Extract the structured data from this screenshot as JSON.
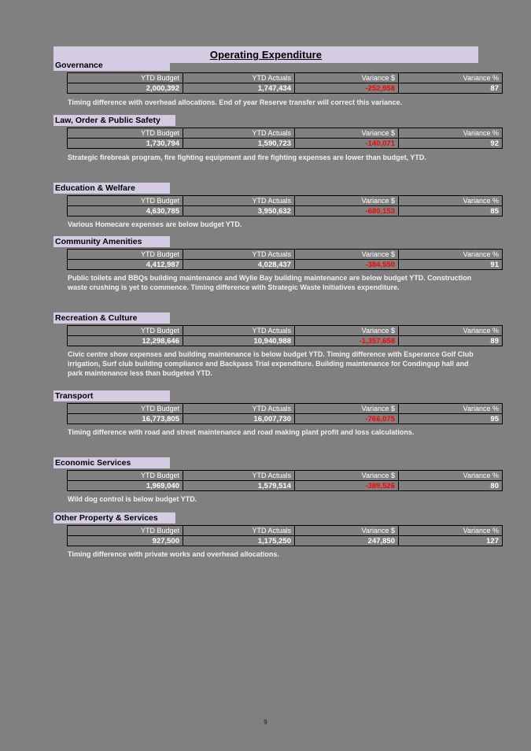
{
  "document": {
    "title": "Operating Expenditure",
    "page_number": "9",
    "background_color": "#808080",
    "header_band_color": "#d5cbe3",
    "negative_value_color": "#ff0000",
    "text_color": "#ffffff"
  },
  "columns": [
    "YTD Budget",
    "YTD Actuals",
    "Variance $",
    "Variance %"
  ],
  "sections": [
    {
      "name": "Governance",
      "ytd_budget": "2,000,392",
      "ytd_actuals": "1,747,434",
      "variance_dollar": "-252,958",
      "variance_pct": "87",
      "variance_negative": true,
      "commentary": "Timing difference with overhead allocations. End of year Reserve transfer will correct this variance."
    },
    {
      "name": "Law, Order & Public Safety",
      "ytd_budget": "1,730,794",
      "ytd_actuals": "1,590,723",
      "variance_dollar": "-140,071",
      "variance_pct": "92",
      "variance_negative": true,
      "commentary": "Strategic firebreak program, fire fighting equipment and fire fighting expenses are lower than budget, YTD."
    },
    {
      "name": "Education & Welfare",
      "ytd_budget": "4,630,785",
      "ytd_actuals": "3,950,632",
      "variance_dollar": "-680,153",
      "variance_pct": "85",
      "variance_negative": true,
      "commentary": "Various Homecare expenses are below budget YTD."
    },
    {
      "name": "Community Amenities",
      "ytd_budget": "4,412,987",
      "ytd_actuals": "4,028,437",
      "variance_dollar": "-384,550",
      "variance_pct": "91",
      "variance_negative": true,
      "commentary": "Public toilets and BBQs building maintenance and Wylie Bay building maintenance are below budget YTD.  Construction waste crushing is yet to commence. Timing difference with Strategic Waste Initiatives expenditure."
    },
    {
      "name": "Recreation & Culture",
      "ytd_budget": "12,298,646",
      "ytd_actuals": "10,940,988",
      "variance_dollar": "-1,357,658",
      "variance_pct": "89",
      "variance_negative": true,
      "commentary": "Civic centre show expenses and building maintenance is below budget YTD. Timing difference with Esperance Golf Club irrigation, Surf club building compliance and Backpass Trial expenditure. Building maintenance for Condingup hall and park maintenance less than budgeted YTD."
    },
    {
      "name": "Transport",
      "ytd_budget": "16,773,805",
      "ytd_actuals": "16,007,730",
      "variance_dollar": "-766,075",
      "variance_pct": "95",
      "variance_negative": true,
      "commentary": "Timing difference with road and street maintenance and road making plant profit and loss calculations."
    },
    {
      "name": "Economic Services",
      "ytd_budget": "1,969,040",
      "ytd_actuals": "1,579,514",
      "variance_dollar": "-389,526",
      "variance_pct": "80",
      "variance_negative": true,
      "commentary": "Wild dog control is below budget YTD."
    },
    {
      "name": "Other Property & Services",
      "ytd_budget": "927,500",
      "ytd_actuals": "1,175,250",
      "variance_dollar": "247,850",
      "variance_pct": "127",
      "variance_negative": false,
      "commentary": "Timing difference with private works and overhead allocations."
    }
  ]
}
